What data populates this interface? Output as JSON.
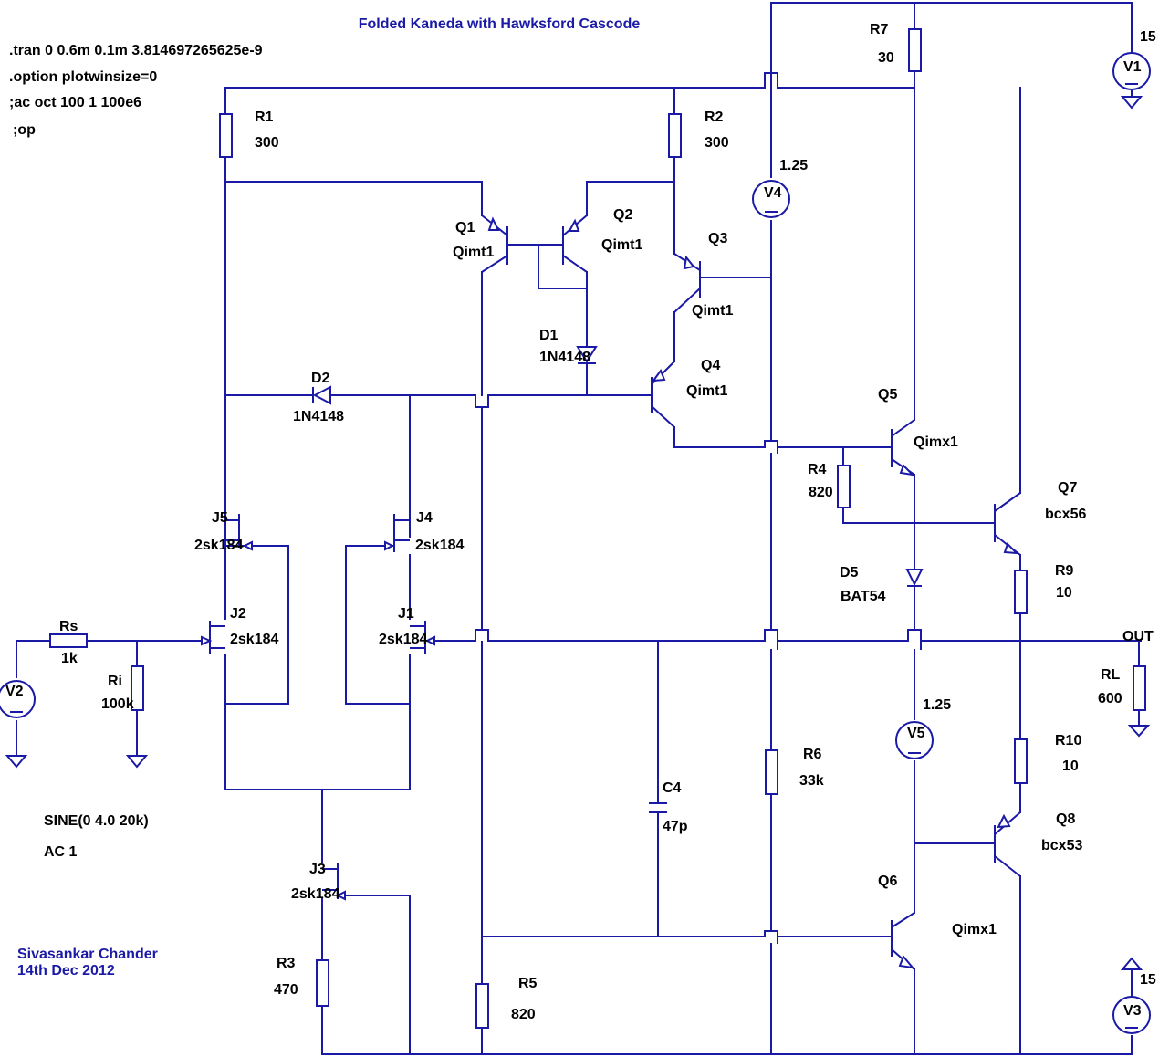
{
  "title": "Folded Kaneda with Hawksford Cascode",
  "directives": [
    ".tran 0 0.6m 0.1m 3.814697265625e-9",
    ".option plotwinsize=0",
    ";ac oct 100 1 100e6",
    ";op"
  ],
  "source_spec": [
    "SINE(0 4.0 20k)",
    "AC 1"
  ],
  "author": [
    "Sivasankar Chander",
    "14th Dec 2012"
  ],
  "net_out": "OUT",
  "components": {
    "R1": {
      "name": "R1",
      "value": "300"
    },
    "R2": {
      "name": "R2",
      "value": "300"
    },
    "R3": {
      "name": "R3",
      "value": "470"
    },
    "R4": {
      "name": "R4",
      "value": "820"
    },
    "R5": {
      "name": "R5",
      "value": "820"
    },
    "R6": {
      "name": "R6",
      "value": "33k"
    },
    "R7": {
      "name": "R7",
      "value": "30"
    },
    "R9": {
      "name": "R9",
      "value": "10"
    },
    "R10": {
      "name": "R10",
      "value": "10"
    },
    "Rs": {
      "name": "Rs",
      "value": "1k"
    },
    "Ri": {
      "name": "Ri",
      "value": "100k"
    },
    "RL": {
      "name": "RL",
      "value": "600"
    },
    "C4": {
      "name": "C4",
      "value": "47p"
    },
    "D1": {
      "name": "D1",
      "value": "1N4148"
    },
    "D2": {
      "name": "D2",
      "value": "1N4148"
    },
    "D5": {
      "name": "D5",
      "value": "BAT54"
    },
    "Q1": {
      "name": "Q1",
      "value": "Qimt1"
    },
    "Q2": {
      "name": "Q2",
      "value": "Qimt1"
    },
    "Q3": {
      "name": "Q3",
      "value": "Qimt1"
    },
    "Q4": {
      "name": "Q4",
      "value": "Qimt1"
    },
    "Q5": {
      "name": "Q5",
      "value": "Qimx1"
    },
    "Q6": {
      "name": "Q6",
      "value": "Qimx1"
    },
    "Q7": {
      "name": "Q7",
      "value": "bcx56"
    },
    "Q8": {
      "name": "Q8",
      "value": "bcx53"
    },
    "J1": {
      "name": "J1",
      "value": "2sk184"
    },
    "J2": {
      "name": "J2",
      "value": "2sk184"
    },
    "J3": {
      "name": "J3",
      "value": "2sk184"
    },
    "J4": {
      "name": "J4",
      "value": "2sk184"
    },
    "J5": {
      "name": "J5",
      "value": "2sk184"
    },
    "V1": {
      "name": "V1",
      "value": "15"
    },
    "V2": {
      "name": "V2",
      "value": ""
    },
    "V3": {
      "name": "V3",
      "value": "15"
    },
    "V4": {
      "name": "V4",
      "value": "1.25"
    },
    "V5": {
      "name": "V5",
      "value": "1.25"
    }
  },
  "colors": {
    "wire": "#1a1aa6",
    "text": "#000000",
    "title": "#1a1aa6",
    "background": "#ffffff"
  }
}
